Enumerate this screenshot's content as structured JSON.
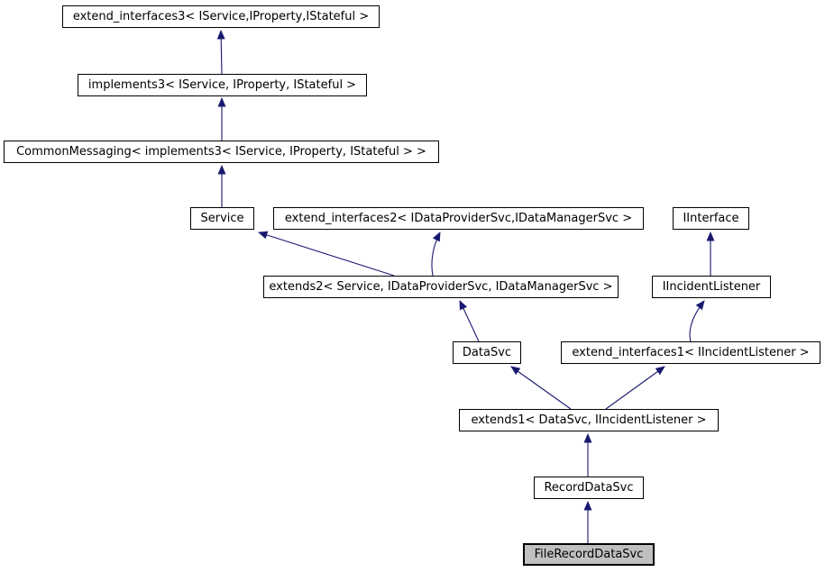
{
  "diagram": {
    "type": "class-inheritance-graph",
    "highlighted_node": "FileRecordDataSvc",
    "colors": {
      "arrow": "#191970",
      "box_border": "#000000",
      "box_bg": "#ffffff",
      "highlight_bg": "#c0c0c0",
      "text": "#000000",
      "canvas_bg": "#ffffff"
    },
    "nodes": [
      {
        "id": "extend_interfaces3",
        "label": "extend_interfaces3< IService,IProperty,IStateful >",
        "highlighted": false
      },
      {
        "id": "implements3",
        "label": "implements3< IService, IProperty, IStateful >",
        "highlighted": false
      },
      {
        "id": "CommonMessaging",
        "label": "CommonMessaging< implements3< IService, IProperty, IStateful > >",
        "highlighted": false
      },
      {
        "id": "Service",
        "label": "Service",
        "highlighted": false
      },
      {
        "id": "extend_interfaces2",
        "label": "extend_interfaces2< IDataProviderSvc,IDataManagerSvc >",
        "highlighted": false
      },
      {
        "id": "IInterface",
        "label": "IInterface",
        "highlighted": false
      },
      {
        "id": "extends2",
        "label": "extends2< Service, IDataProviderSvc, IDataManagerSvc >",
        "highlighted": false
      },
      {
        "id": "IIncidentListener",
        "label": "IIncidentListener",
        "highlighted": false
      },
      {
        "id": "DataSvc",
        "label": "DataSvc",
        "highlighted": false
      },
      {
        "id": "extend_interfaces1",
        "label": "extend_interfaces1< IIncidentListener >",
        "highlighted": false
      },
      {
        "id": "extends1",
        "label": "extends1< DataSvc, IIncidentListener >",
        "highlighted": false
      },
      {
        "id": "RecordDataSvc",
        "label": "RecordDataSvc",
        "highlighted": false
      },
      {
        "id": "FileRecordDataSvc",
        "label": "FileRecordDataSvc",
        "highlighted": true
      }
    ],
    "edges": [
      {
        "from": "implements3",
        "to": "extend_interfaces3",
        "relation": "public-inheritance"
      },
      {
        "from": "CommonMessaging",
        "to": "implements3",
        "relation": "public-inheritance"
      },
      {
        "from": "Service",
        "to": "CommonMessaging",
        "relation": "public-inheritance"
      },
      {
        "from": "extends2",
        "to": "Service",
        "relation": "public-inheritance"
      },
      {
        "from": "extends2",
        "to": "extend_interfaces2",
        "relation": "public-inheritance"
      },
      {
        "from": "DataSvc",
        "to": "extends2",
        "relation": "public-inheritance"
      },
      {
        "from": "IIncidentListener",
        "to": "IInterface",
        "relation": "public-inheritance"
      },
      {
        "from": "extend_interfaces1",
        "to": "IIncidentListener",
        "relation": "public-inheritance"
      },
      {
        "from": "extends1",
        "to": "DataSvc",
        "relation": "public-inheritance"
      },
      {
        "from": "extends1",
        "to": "extend_interfaces1",
        "relation": "public-inheritance"
      },
      {
        "from": "RecordDataSvc",
        "to": "extends1",
        "relation": "public-inheritance"
      },
      {
        "from": "FileRecordDataSvc",
        "to": "RecordDataSvc",
        "relation": "public-inheritance"
      }
    ]
  }
}
